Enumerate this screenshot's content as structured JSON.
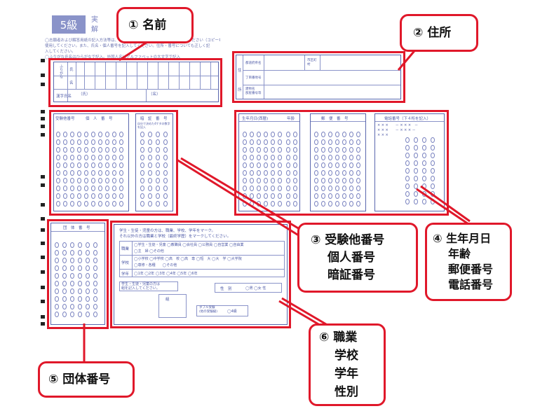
{
  "form": {
    "grade": "5級",
    "title_fragment": "実\n解",
    "notes": [
      "◯志願者および解答用紙の記入方法等は、日本漢字能力検定の受検案内を参照してください（コピーも可）を",
      "使用してください。また、氏名・個人番号を記入してください。住所・番号についても正しく記",
      "入してください。",
      "◯ふりがな氏名はひらがなで記入。外国人名はアルファベットの大文字で記入"
    ],
    "name_section": {
      "furigana": "ふりがな",
      "sei": "氏",
      "mei": "名",
      "kanji_name": "漢字氏名",
      "sei_paren": "（氏）",
      "mei_paren": "（名）"
    },
    "address_section": {
      "prefecture": "都道府県名",
      "city": "市区町村",
      "postal": "丁目番地号",
      "building": "建物名\n部屋番号等",
      "left1": "住",
      "left2": "所"
    },
    "id_section": {
      "exam_no": "受験他番号",
      "personal_no": "個　人　番　号",
      "pin": "暗　証　番　号",
      "pin_note": "自分で決めた4ケタの数字を記入"
    },
    "birth_section": {
      "birth": "生年月日(西暦)",
      "age": "年齢",
      "postal": "郵　便　番　号",
      "phone": "電話番号（下４桁を記入）",
      "mask": "× × ×　　－ × × ×　－\n× × ×　　－ × × × －\n× × ×"
    },
    "group_section": {
      "title": "団　体　番　号"
    },
    "occupation_section": {
      "intro": "学生・生徒・児童の方は、職業、学校、学年をマーク。\nそれ以外の方は職業と学校（最終学歴）をマークしてください。",
      "occupation_label": "職業",
      "occupation_opts": "◯学生・生徒・児童 ◯教職員 ◯会社員 ◯公務員 ◯自営業 ◯自由業\n◯主　婦 ◯その他",
      "school_label": "学校",
      "school_opts": "◯小学校 ◯中学校 ◯高　校 ◯高　専 ◯短　大 ◯大　学 ◯大学院\n◯専修・各種　　◯その他",
      "grade_label": "学年",
      "grade_opts": "◯1年 ◯2年 ◯3年 ◯4年 ◯5年 ◯6年",
      "school_name_note": "学生・生徒・児童の方は\n組を記入してください。",
      "class_label": "組",
      "gender_label": "性　別",
      "gender_opts": "◯男 ◯女 性",
      "double_label": "ダブル受験\n(他の受験級)",
      "double_opt": "◯4級"
    }
  },
  "callouts": {
    "name": "① 名前",
    "address": "② 住所",
    "ids": [
      "③ 受験他番号",
      "個人番号",
      "暗証番号"
    ],
    "birth": [
      "④ 生年月日",
      "年齢",
      "郵便番号",
      "電話番号"
    ],
    "group": "⑤ 団体番号",
    "occupation": [
      "⑥ 職業",
      "学校",
      "学年",
      "性別"
    ]
  },
  "colors": {
    "highlight": "#e0182a",
    "form_ink": "#5a66ae"
  }
}
